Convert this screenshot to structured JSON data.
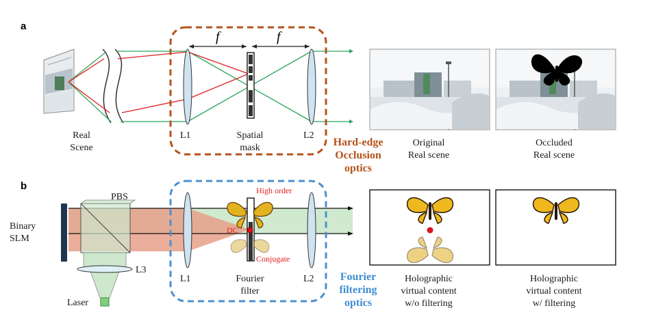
{
  "panel_a": {
    "letter": "a",
    "real_scene": [
      "Real",
      "Scene"
    ],
    "focal_left": "f",
    "focal_right": "f",
    "lens1": "L1",
    "spatial_mask": [
      "Spatial",
      "mask"
    ],
    "lens2": "L2",
    "optics_label": [
      "Hard-edge",
      "Occlusion",
      "optics"
    ],
    "original_caption": [
      "Original",
      "Real scene"
    ],
    "occluded_caption": [
      "Occluded",
      "Real scene"
    ]
  },
  "panel_b": {
    "letter": "b",
    "slm": [
      "Binary",
      "SLM"
    ],
    "pbs": "PBS",
    "lens3": "L3",
    "laser": "Laser",
    "lens1": "L1",
    "fourier_filter": [
      "Fourier",
      "filter"
    ],
    "lens2": "L2",
    "high_order": "High order",
    "dc": "DC",
    "conjugate": "Conjugate",
    "optics_label": [
      "Fourier",
      "filtering",
      "optics"
    ],
    "no_filter_caption": [
      "Holographic",
      "virtual content",
      "w/o filtering"
    ],
    "filter_caption": [
      "Holographic",
      "virtual content",
      "w/ filtering"
    ]
  },
  "colors": {
    "green_ray": "#2aa55a",
    "red_ray": "#e01e1e",
    "orange_box": "#b5521b",
    "blue_box": "#4a90d0",
    "beam_green": "#bfe3bf",
    "beam_orange": "#e8a08a",
    "slm_navy": "#1f3550"
  }
}
